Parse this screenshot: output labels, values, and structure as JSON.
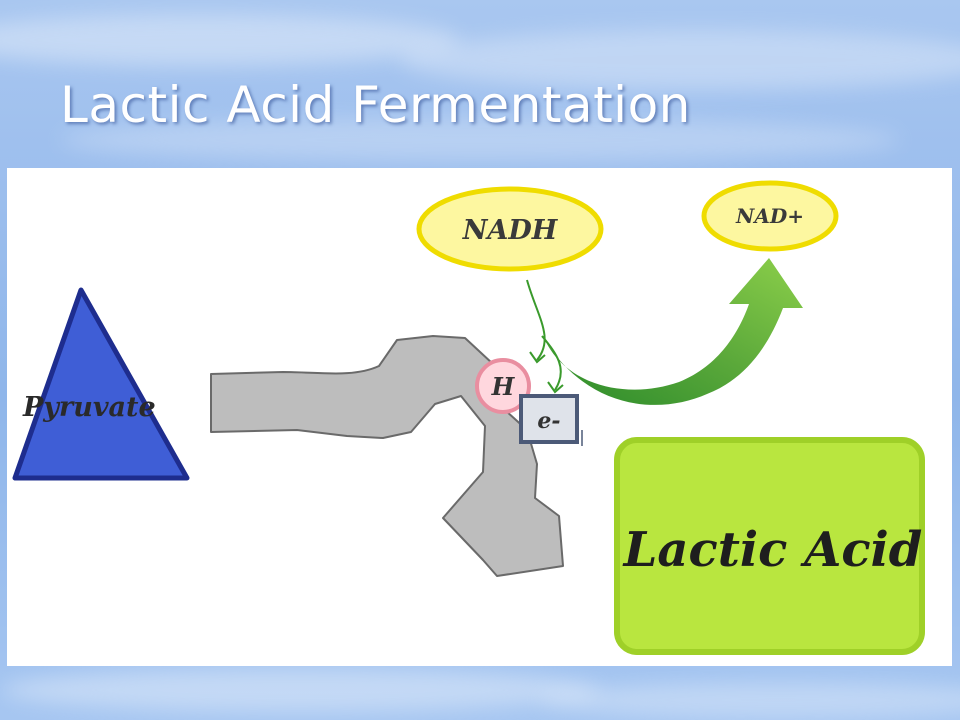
{
  "slide": {
    "title": "Lactic Acid Fermentation"
  },
  "diagram": {
    "pyruvate_label": "Pyruvate",
    "nadh_label": "NADH",
    "nad_plus_label": "NAD+",
    "hydrogen_label": "H",
    "electron_label": "e-",
    "lactic_acid_label": "Lactic Acid"
  },
  "colors": {
    "pyruvate_fill": "#3f5ed6",
    "pyruvate_stroke": "#1e2d8e",
    "molecule_fill": "#bdbdbd",
    "molecule_stroke": "#6a6a6a",
    "nadh_fill": "#fdf7a0",
    "nadh_stroke": "#efdc00",
    "hydrogen_fill": "#ffd7de",
    "hydrogen_stroke": "#e98ea0",
    "electron_fill": "#dfe3ea",
    "electron_stroke": "#4c5a78",
    "arrow_green": "#3a9a2c",
    "lactic_fill": "#b9e63f",
    "lactic_stroke": "#9fd028"
  }
}
